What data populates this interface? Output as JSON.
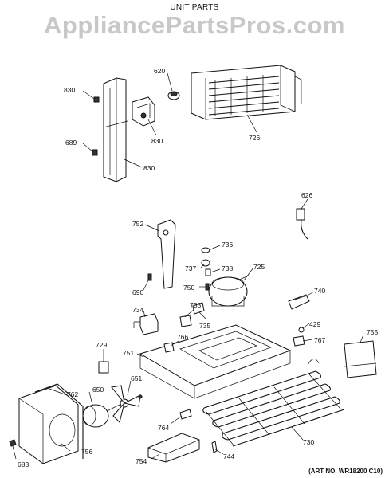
{
  "header": {
    "title": "UNIT PARTS",
    "watermark": "AppliancePartsPros.com"
  },
  "footer": {
    "art_no": "(ART NO. WR18200 C10)"
  },
  "callouts": {
    "c830a": "830",
    "c620": "620",
    "c830b": "830",
    "c689": "689",
    "c830c": "830",
    "c726": "726",
    "c626": "626",
    "c752": "752",
    "c736": "736",
    "c737": "737",
    "c738": "738",
    "c725": "725",
    "c690": "690",
    "c750": "750",
    "c740": "740",
    "c734": "734",
    "c733": "733",
    "c735": "735",
    "c429": "429",
    "c767": "767",
    "c755": "755",
    "c729": "729",
    "c766": "766",
    "c751": "751",
    "c651": "651",
    "c762": "762",
    "c650": "650",
    "c764": "764",
    "c730": "730",
    "c756": "756",
    "c683": "683",
    "c754": "754",
    "c744": "744"
  }
}
